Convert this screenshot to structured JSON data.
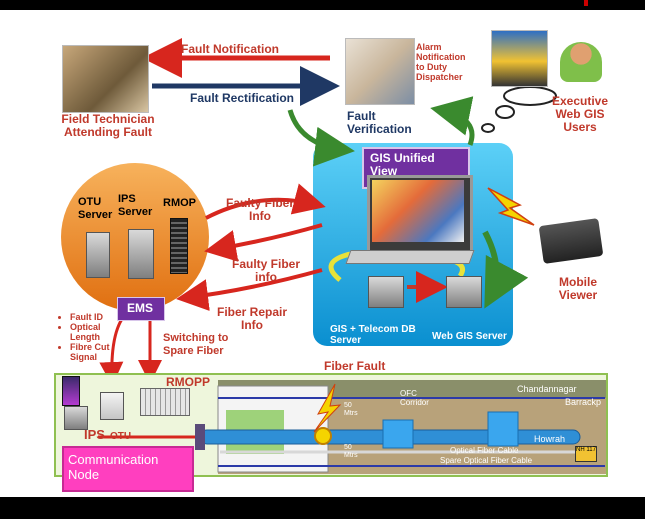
{
  "labels": {
    "fault_notification": "Fault Notification",
    "fault_rectification": "Fault Rectification",
    "field_technician": "Field Technician Attending Fault",
    "alarm_notification": "Alarm Notification to Duty Dispatcher",
    "executive_users": "Executive Web GIS Users",
    "fault_verification": "Fault Verification",
    "gis_unified_view": "GIS Unified View",
    "otu_server": "OTU Server",
    "ips_server": "IPS Server",
    "rmop": "RMOP",
    "faulty_fiber_info_1": "Faulty Fiber Info",
    "faulty_fiber_info_2": "Faulty Fiber info",
    "fiber_repair_info": "Fiber Repair Info",
    "ems": "EMS",
    "switching_spare": "Switching to Spare Fiber",
    "gis_telecom_db": "GIS + Telecom DB Server",
    "web_gis_server": "Web GIS Server",
    "mobile_viewer": "Mobile Viewer",
    "fiber_fault": "Fiber Fault",
    "rmopp": "RMOPP",
    "ips": "IPS",
    "otu": "OTU",
    "communication_node": "Communication Node"
  },
  "signals": [
    "Fault ID",
    "Optical Length",
    "Fibre Cut Signal"
  ],
  "map": {
    "chandannagar": "Chandannagar",
    "barrackpore": "Barrackp",
    "howrah": "Howrah",
    "nh": "NH 117",
    "ofc_corridor": "OFC Corridor",
    "optical_cable": "Optical Fiber Cable",
    "spare_cable": "Spare Optical Fiber Cable",
    "mtrs_1": "50 Mtrs",
    "mtrs_2": "50 Mtrs"
  },
  "colors": {
    "arrow_red": "#d7261e",
    "arrow_navy": "#1f3864",
    "arrow_green": "#3a8a2e",
    "orange": "#f08a24",
    "cyan_panel": "#1aa9e0",
    "purple": "#7030a0",
    "magenta": "#ff3fbf"
  }
}
